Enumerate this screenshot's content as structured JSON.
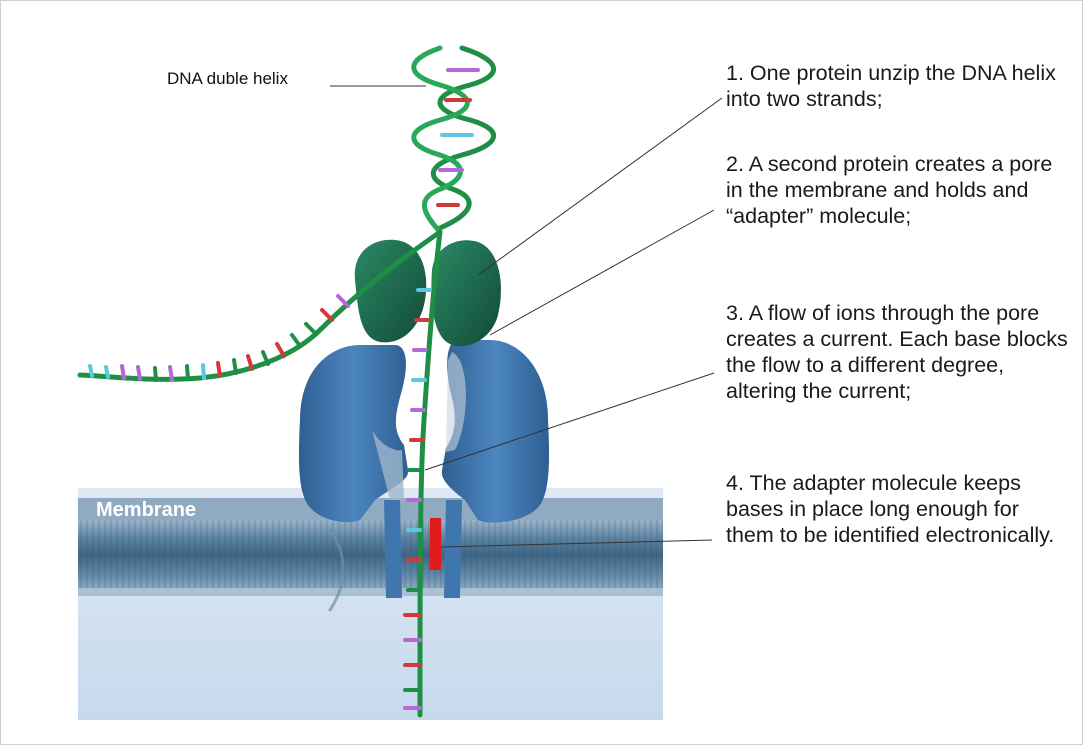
{
  "labels": {
    "dna_helix": "DNA duble helix",
    "membrane": "Membrane"
  },
  "steps": [
    "1.  One protein unzip the DNA helix into two strands;",
    "2.  A second protein creates a pore in the membrane and holds and “adapter” molecule;",
    "3.  A flow of ions through the pore creates a current. Each base blocks the flow to a different degree, altering the current;",
    "4.  The adapter molecule keeps bases in place long enough for them to be identified electronically."
  ],
  "colors": {
    "dna_backbone": "#1f8f46",
    "protein_unzip": "#1d6b4f",
    "pore_protein": "#3f76ad",
    "membrane": "#4f7897",
    "solution": "#c9dcee",
    "adapter": "#e01b1b",
    "base_red": "#d23a3a",
    "base_purple": "#b46ad6",
    "base_cyan": "#5cc7e0"
  },
  "icons": [
    "dna-helix-illustration",
    "unzipping-protein",
    "pore-protein",
    "membrane-layer",
    "adapter-molecule"
  ]
}
